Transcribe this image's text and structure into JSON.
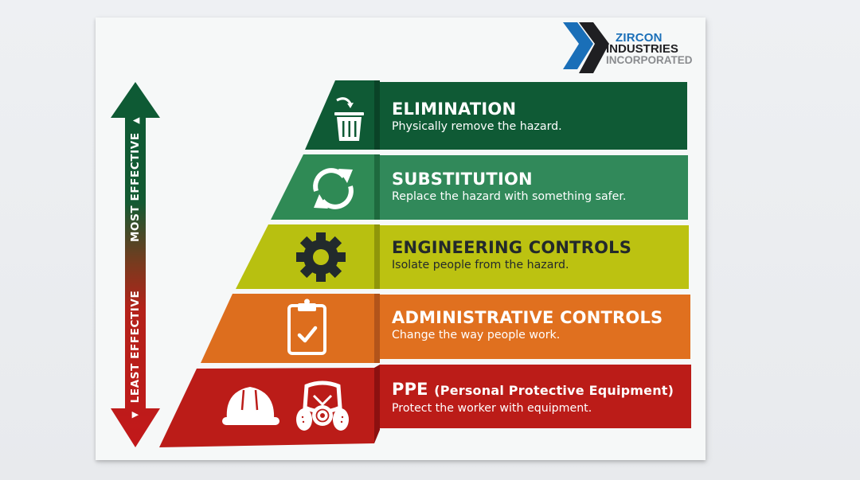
{
  "logo": {
    "line1": "ZIRCON",
    "line2": "INDUSTRIES",
    "line3": "INCORPORATED",
    "colors": {
      "blue": "#1a6fb8",
      "black": "#1f1f22",
      "gray": "#8a8c8f"
    }
  },
  "effectiveness_arrow": {
    "top_label": "MOST EFFECTIVE",
    "bottom_label": "LEAST EFFECTIVE",
    "top_marker": "▲",
    "bottom_marker": "▼",
    "colors": {
      "top": "#0e5a36",
      "bottom": "#c0181a"
    }
  },
  "tiers": [
    {
      "title": "ELIMINATION",
      "subtitle": "Physically remove the hazard.",
      "icon": "trash-bin-icon",
      "color": "#0f5a35",
      "text_color": "#ffffff"
    },
    {
      "title": "SUBSTITUTION",
      "subtitle": "Replace the hazard with something safer.",
      "icon": "swap-arrows-icon",
      "color": "#2f8a55",
      "text_color": "#ffffff"
    },
    {
      "title": "ENGINEERING CONTROLS",
      "subtitle": "Isolate people from the hazard.",
      "icon": "gear-icon",
      "color": "#bcc211",
      "text_color": "#23292b"
    },
    {
      "title": "ADMINISTRATIVE CONTROLS",
      "subtitle": "Change the way people work.",
      "icon": "clipboard-check-icon",
      "color": "#e0701f",
      "text_color": "#ffffff"
    },
    {
      "title": "PPE",
      "title_suffix": "(Personal Protective Equipment)",
      "subtitle": "Protect the worker with equipment.",
      "icon": "hard-hat-and-respirator-icon",
      "color": "#bb1c18",
      "text_color": "#ffffff"
    }
  ]
}
